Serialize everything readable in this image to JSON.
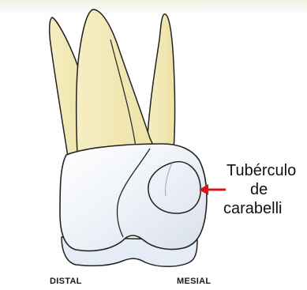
{
  "labels": {
    "distal": "DISTAL",
    "mesial": "MESIAL"
  },
  "annotation": {
    "line1": "Tubérculo",
    "line2": "de",
    "line3": "carabelli"
  },
  "colors": {
    "root_fill": "#f3e8b3",
    "crown_fill": "#e9eef6",
    "outline": "#222222",
    "arrow": "#d91414"
  }
}
